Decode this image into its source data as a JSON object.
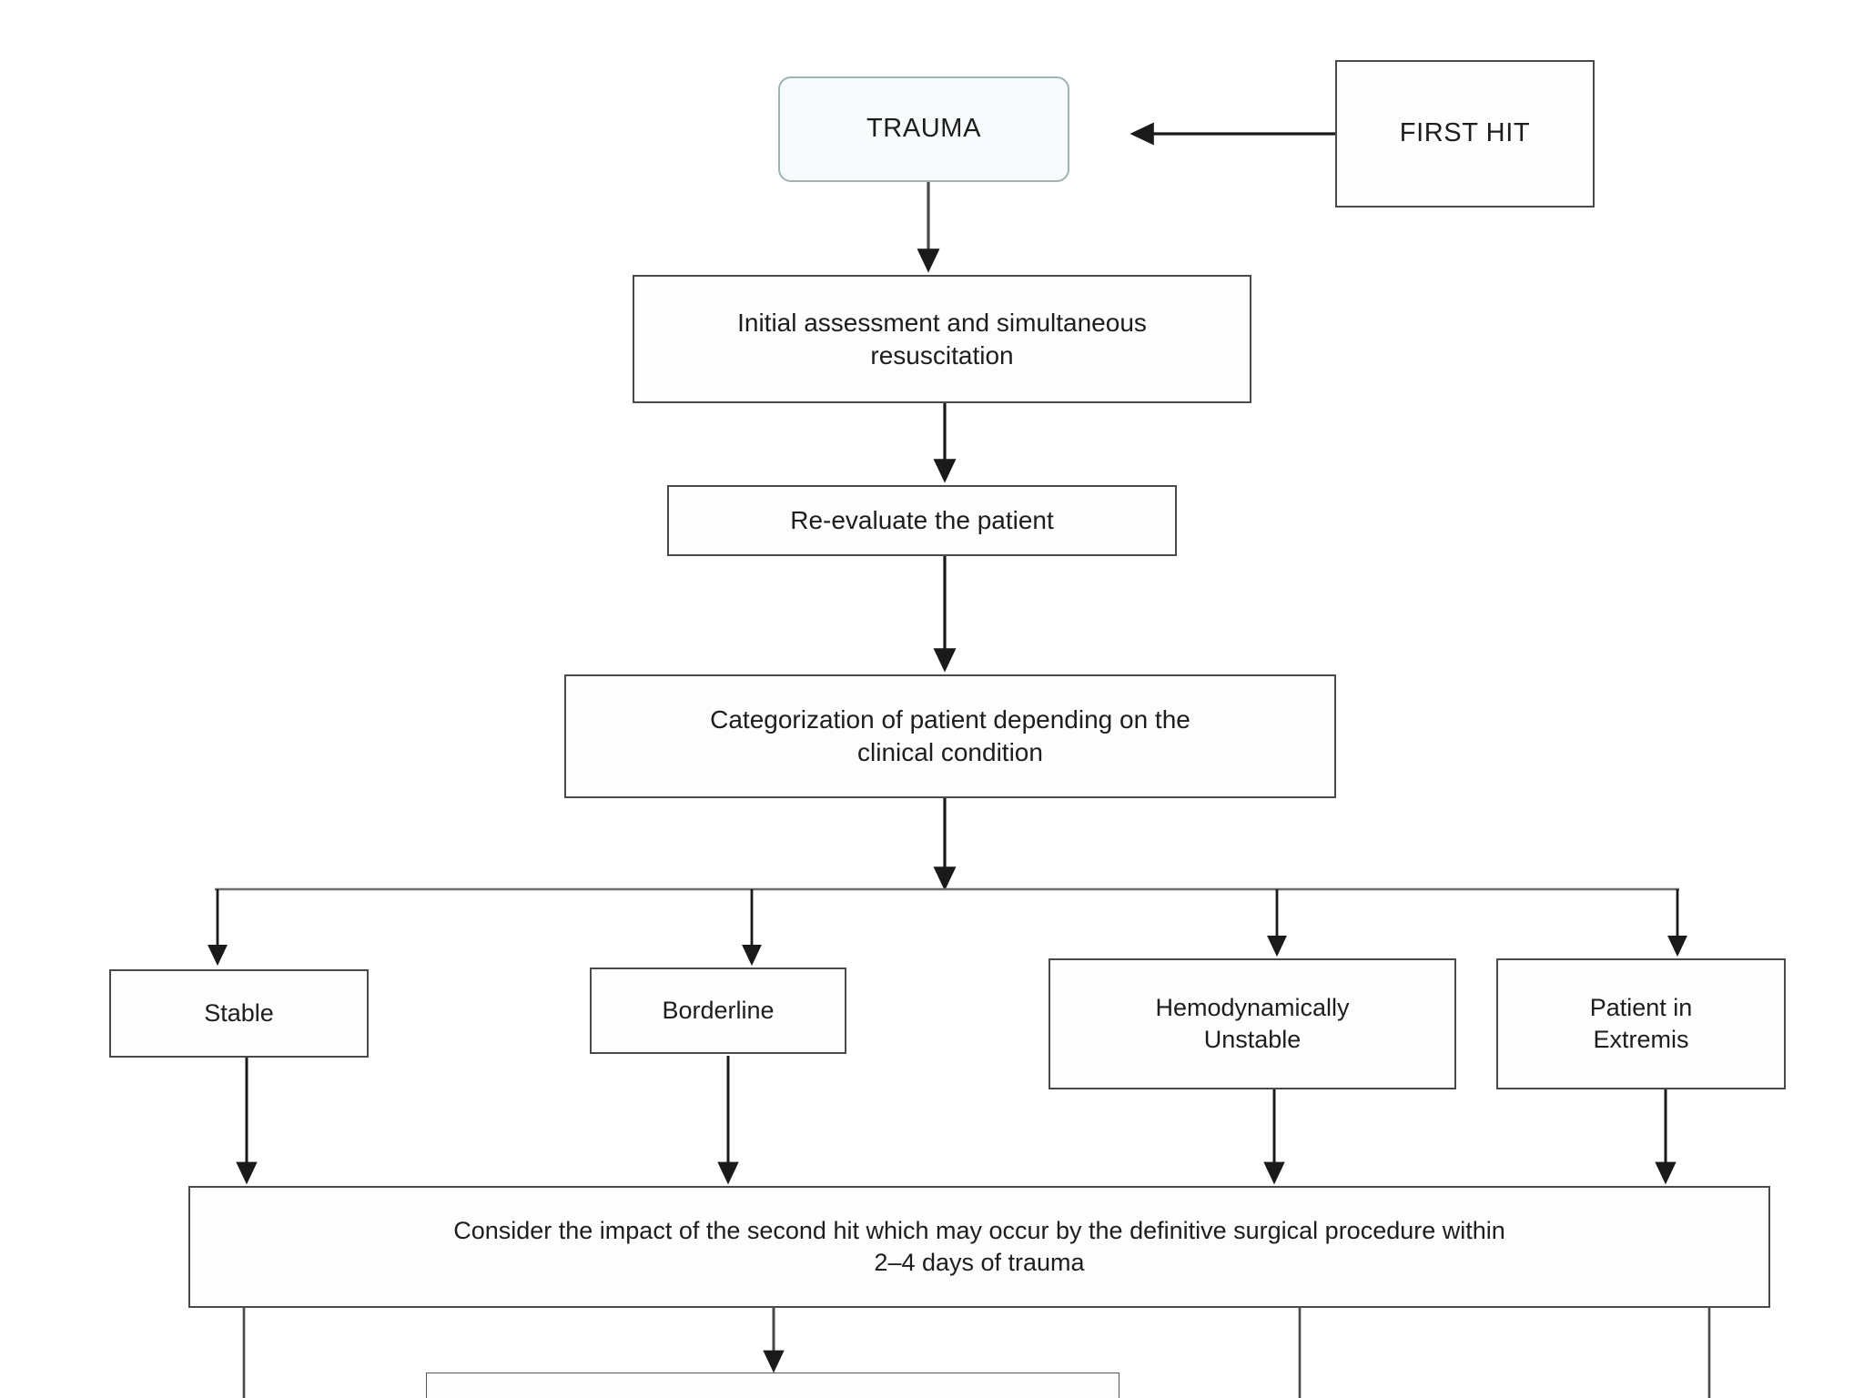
{
  "diagram": {
    "title": "Trauma management flowchart",
    "nodes": [
      {
        "id": "trauma",
        "label": "TRAUMA"
      },
      {
        "id": "first_hit",
        "label": "FIRST HIT"
      },
      {
        "id": "initial",
        "label": "Initial assessment and simultaneous\nresuscitation"
      },
      {
        "id": "reevaluate",
        "label": "Re-evaluate the patient"
      },
      {
        "id": "categorize",
        "label": "Categorization of patient depending on the\nclinical condition"
      },
      {
        "id": "stable",
        "label": "Stable"
      },
      {
        "id": "borderline",
        "label": "Borderline"
      },
      {
        "id": "unstable",
        "label": "Hemodynamically\nUnstable"
      },
      {
        "id": "extremis",
        "label": "Patient in\nExtremis"
      },
      {
        "id": "second_hit",
        "label": "Consider the impact of the second hit which may occur by the definitive surgical procedure within\n2–4 days of trauma"
      },
      {
        "id": "cutoff_box",
        "label": ""
      }
    ],
    "colors": {
      "border": "#4a4a4a",
      "rounded_border": "#9fb3b3",
      "rounded_fill": "#f7fbfb",
      "fill": "#fdfdfd",
      "arrow": "#1a1a1a",
      "text": "#1d1d1d",
      "background": "#ffffff"
    }
  }
}
